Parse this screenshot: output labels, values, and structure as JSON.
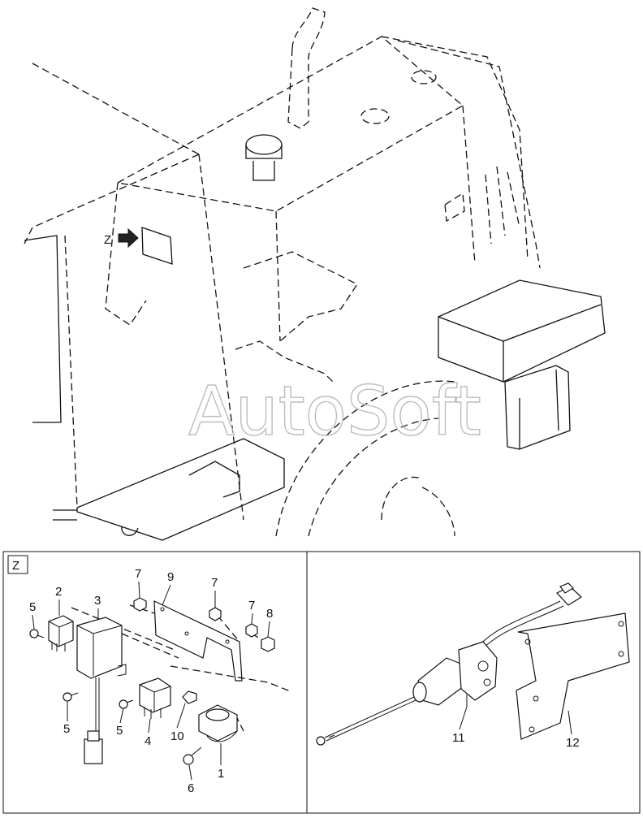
{
  "watermark": "AutoSoft",
  "view_marker": "Z",
  "inset_title": "Z",
  "callouts": {
    "c1": "1",
    "c2": "2",
    "c3": "3",
    "c4": "4",
    "c5a": "5",
    "c5b": "5",
    "c5c": "5",
    "c6": "6",
    "c7a": "7",
    "c7b": "7",
    "c7c": "7",
    "c8": "8",
    "c9": "9",
    "c10": "10",
    "c11": "11",
    "c12": "12"
  }
}
